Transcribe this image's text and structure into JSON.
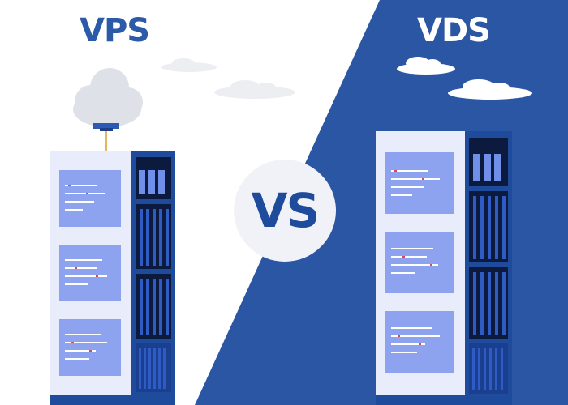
{
  "labels": {
    "left": "VPS",
    "right": "VDS",
    "center": "VS"
  },
  "colors": {
    "background_left": "#ffffff",
    "background_right": "#2b56a3",
    "primary_blue": "#1e4b9b",
    "title_left": "#2a5aa8",
    "title_right": "#ffffff",
    "circle_fill": "#f1f2f7",
    "screen_blue": "#8da3f0",
    "server_body": "#e9ecfb",
    "cloud_gray": "#dfe1e8"
  },
  "icons": {
    "left_server": "server-tower-icon",
    "right_server": "server-tower-icon",
    "cloud": "cloud-icon"
  }
}
